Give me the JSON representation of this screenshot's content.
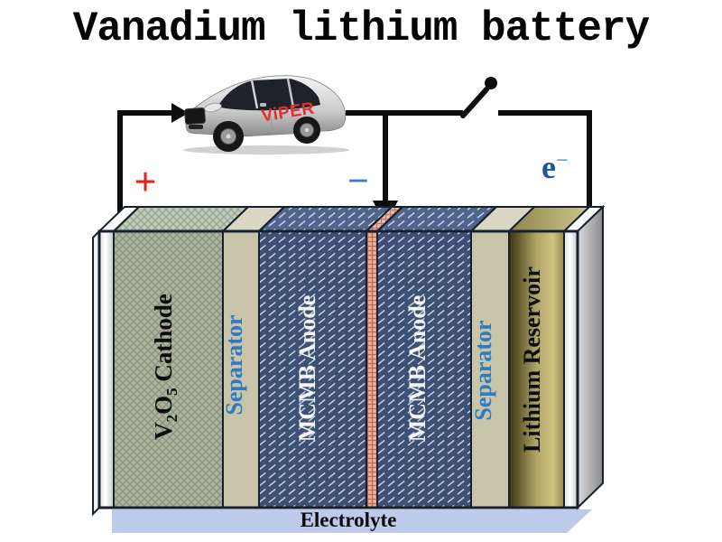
{
  "title": "Vanadium lithium battery",
  "circuit": {
    "plus_label": "+",
    "minus_label": "−",
    "electron": {
      "base": "e",
      "sup": "−"
    },
    "car_brand": "ViPER"
  },
  "battery": {
    "layers": [
      {
        "name": "cathode",
        "label": "V2O5 Cathode",
        "parts": {
          "el": "V",
          "sub1": "2",
          "el2": "O",
          "sub2": "5",
          "rest": " Cathode"
        }
      },
      {
        "name": "separator-left",
        "label": "Separator"
      },
      {
        "name": "mcmb-anode-left",
        "label": "MCMB Anode"
      },
      {
        "name": "current-collector",
        "label": ""
      },
      {
        "name": "mcmb-anode-right",
        "label": "MCMB Anode"
      },
      {
        "name": "separator-right",
        "label": "Separator"
      },
      {
        "name": "lithium-reservoir",
        "label": "Lithium Reservoir"
      }
    ],
    "electrolyte_label": "Electrolyte"
  },
  "colors": {
    "plus_red": "#e32320",
    "minus_blue": "#3a7cc0",
    "separator_text_blue": "#2e7bc2",
    "electron_blue": "#1b579f",
    "anode_navy": "#3e5174",
    "cathode_green": "#96bda6",
    "separator_beige": "#c8c4aa",
    "reservoir_olive": "#b0a468",
    "electrolyte_blue": "#bdcaea",
    "viper_red": "#e0302c"
  }
}
